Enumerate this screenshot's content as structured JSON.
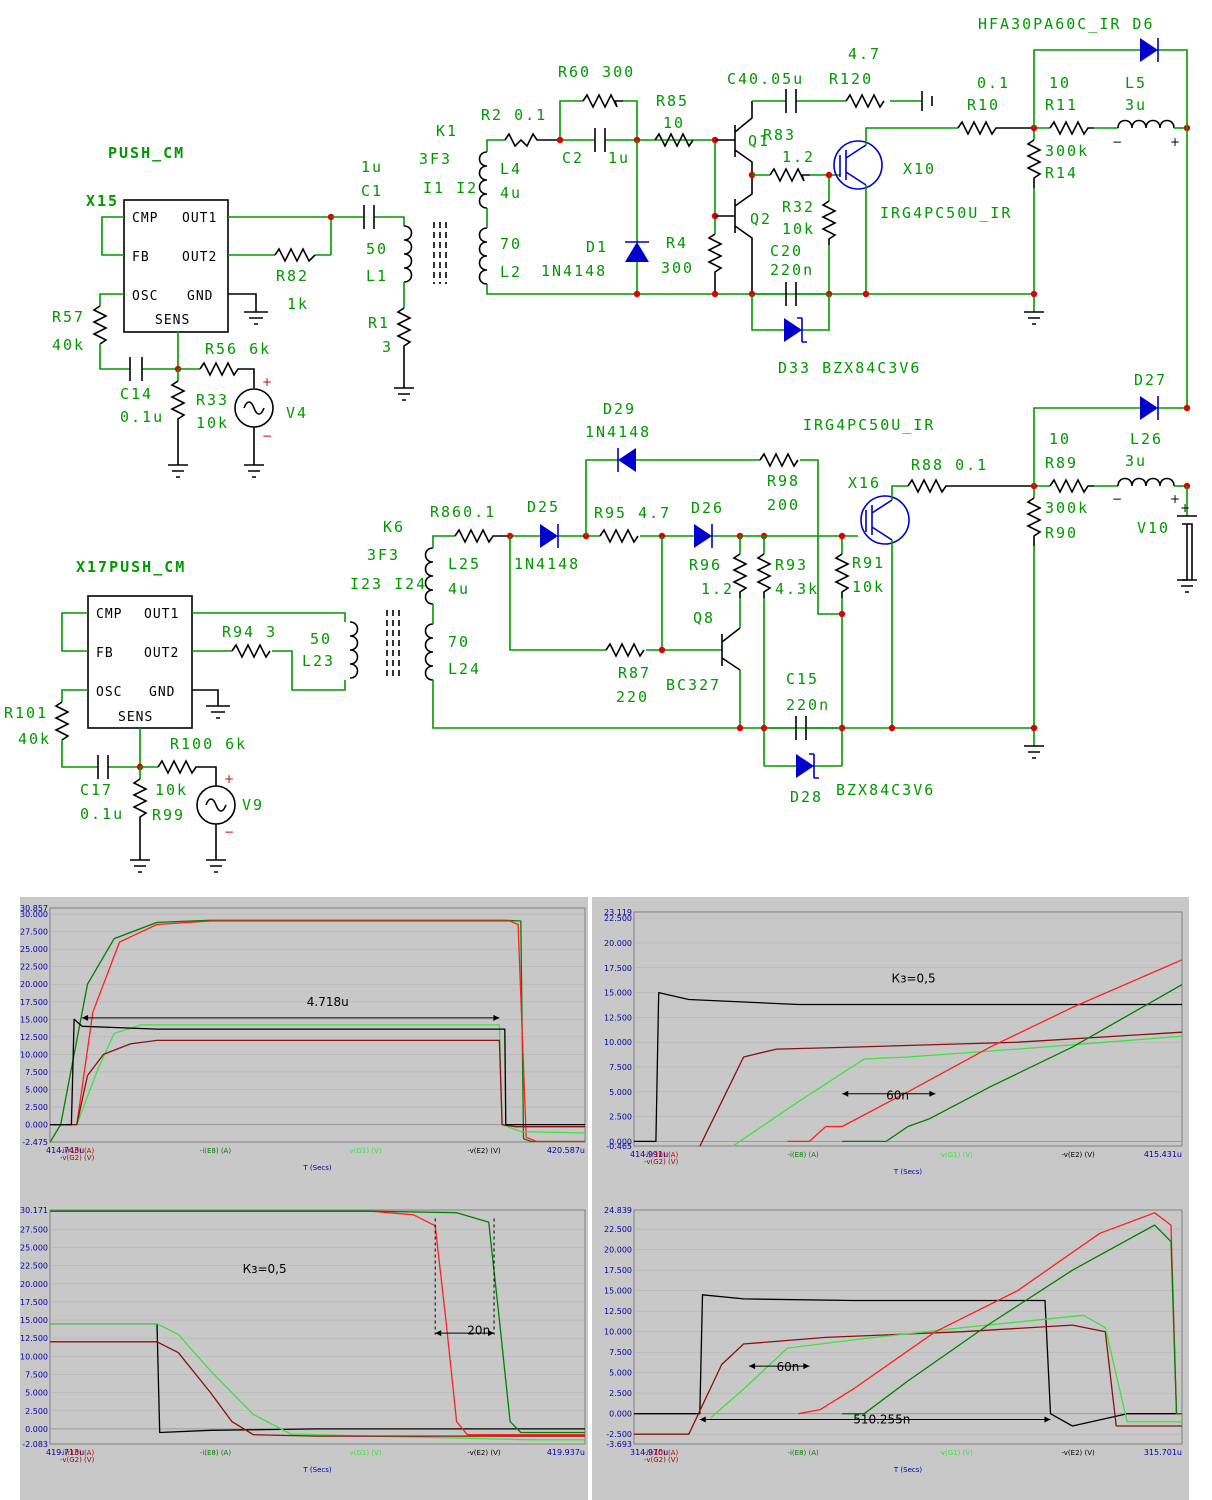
{
  "schematic": {
    "ic_top": {
      "name": "X15",
      "title": "PUSH_CM",
      "pins": [
        "CMP",
        "OUT1",
        "FB",
        "OUT2",
        "OSC",
        "GND",
        "SENS"
      ]
    },
    "ic_bottom": {
      "name": "X17",
      "title": "PUSH_CM",
      "pins": [
        "CMP",
        "OUT1",
        "FB",
        "OUT2",
        "OSC",
        "GND",
        "SENS"
      ]
    },
    "labels_top": {
      "r82": "R82",
      "r82v": "1k",
      "c1v": "1u",
      "c1": "C1",
      "l1v": "50",
      "l1": "L1",
      "r1": "R1",
      "r1v": "3",
      "r57": "R57",
      "r57v": "40k",
      "c14": "C14",
      "c14v": "0.1u",
      "r56": "R56 6k",
      "r33": "R33",
      "r33v": "10k",
      "v4": "V4",
      "k1": "K1",
      "k1m": "3F3",
      "k1p": "I1 I2",
      "r2": "R2  0.1",
      "l4": "L4",
      "l4v": "4u",
      "l2v": "70",
      "l2": "L2",
      "r60": "R60 300",
      "c2": "C2",
      "c2v": "1u",
      "r85": "R85",
      "r85v": "10",
      "d1": "D1",
      "d1m": "1N4148",
      "r4": "R4",
      "r4v": "300",
      "c4": "C40.05u",
      "r12v": "4.7",
      "r12": "R120",
      "q1": "Q1",
      "r83": "R83",
      "r83v": "1.2",
      "q2": "Q2",
      "r32": "R32",
      "r32v": "10k",
      "c20": "C20",
      "c20v": "220n",
      "d33": "D33 BZX84C3V6",
      "x10": "X10",
      "x10m": "IRG4PC50U_IR",
      "r10v": "0.1",
      "r10": "R10",
      "r11v": "10",
      "r11": "R11",
      "l5": "L5",
      "l5v": "3u",
      "r14v": "300k",
      "r14": "R14",
      "d6": "HFA30PA60C_IR D6"
    },
    "labels_bottom": {
      "r94": "R94 3",
      "l23v": "50",
      "l23": "L23",
      "r101": "R101",
      "r101v": "40k",
      "c17": "C17",
      "c17v": "0.1u",
      "r100": "R100 6k",
      "r99v": "10k",
      "r99": "R99",
      "v9": "V9",
      "k6": "K6",
      "k6m": "3F3",
      "k6p": "I23 I24",
      "r86": "R860.1",
      "l25": "L25",
      "l25v": "4u",
      "l24v": "70",
      "l24": "L24",
      "d29": "D29",
      "d29m": "1N4148",
      "d25": "D25",
      "d25m": "1N4148",
      "r95": "R95 4.7",
      "d26": "D26",
      "r98": "R98",
      "r98v": "200",
      "r96": "R96",
      "r96v": "1.2",
      "q8": "Q8",
      "q8m": "BC327",
      "r93": "R93",
      "r93v": "4.3k",
      "r91": "R91",
      "r91v": "10k",
      "r87": "R87",
      "r87v": "220",
      "c15": "C15",
      "c15v": "220n",
      "d28": "D28",
      "d28m": "BZX84C3V6",
      "x16": "X16",
      "x16m": "IRG4PC50U_IR",
      "r88": "R88 0.1",
      "r89v": "10",
      "r89": "R89",
      "r90v": "300k",
      "r90": "R90",
      "d27": "D27",
      "l26": "L26",
      "l26v": "3u",
      "v10": "V10"
    }
  },
  "chart_data": [
    {
      "type": "line",
      "yticks": [
        "30.857",
        "30.000",
        "27.500",
        "25.000",
        "22.500",
        "20.000",
        "17.500",
        "15.000",
        "12.500",
        "10.000",
        "7.500",
        "5.000",
        "2.500",
        "0.000",
        "-2.475"
      ],
      "ylim": [
        -2.475,
        30.857
      ],
      "xlim": [
        "414.743u",
        "420.587u"
      ],
      "xlabel": "T (Secs)",
      "legend": [
        "-i(r10) (A)",
        "-v(G2) (V)",
        "-i(E8) (A)",
        "v(G1) (V)",
        "-v(E2) (V)"
      ],
      "annotations": [
        "4.718u"
      ],
      "series": [
        {
          "color": "#008000",
          "points": [
            [
              0,
              -2.5
            ],
            [
              0.02,
              0
            ],
            [
              0.07,
              20
            ],
            [
              0.12,
              26.5
            ],
            [
              0.2,
              28.8
            ],
            [
              0.3,
              29.1
            ],
            [
              0.85,
              29.1
            ],
            [
              0.88,
              29
            ],
            [
              0.885,
              -2
            ],
            [
              0.9,
              -2.4
            ],
            [
              1,
              -2.4
            ]
          ]
        },
        {
          "color": "#ff2020",
          "points": [
            [
              0,
              0
            ],
            [
              0.05,
              0
            ],
            [
              0.08,
              16
            ],
            [
              0.13,
              26
            ],
            [
              0.2,
              28.5
            ],
            [
              0.3,
              29
            ],
            [
              0.86,
              29
            ],
            [
              0.875,
              28.5
            ],
            [
              0.89,
              -1.8
            ],
            [
              0.91,
              -2.4
            ],
            [
              1,
              -2.4
            ]
          ]
        },
        {
          "color": "#40e040",
          "points": [
            [
              0,
              0
            ],
            [
              0.05,
              0
            ],
            [
              0.09,
              8
            ],
            [
              0.12,
              13
            ],
            [
              0.17,
              14.2
            ],
            [
              0.3,
              14.2
            ],
            [
              0.84,
              14.2
            ],
            [
              0.845,
              0
            ],
            [
              0.88,
              -1
            ],
            [
              1,
              -1.2
            ]
          ]
        },
        {
          "color": "#8b1010",
          "points": [
            [
              0,
              0
            ],
            [
              0.05,
              0
            ],
            [
              0.07,
              7
            ],
            [
              0.1,
              10
            ],
            [
              0.15,
              11.5
            ],
            [
              0.2,
              12
            ],
            [
              0.84,
              12
            ],
            [
              0.845,
              0
            ],
            [
              0.87,
              -0.3
            ],
            [
              1,
              -0.3
            ]
          ]
        },
        {
          "color": "#000000",
          "points": [
            [
              0,
              0
            ],
            [
              0.04,
              0
            ],
            [
              0.045,
              15
            ],
            [
              0.06,
              14
            ],
            [
              0.2,
              13.6
            ],
            [
              0.85,
              13.6
            ],
            [
              0.852,
              0
            ],
            [
              0.88,
              0
            ],
            [
              1,
              0
            ]
          ]
        }
      ]
    },
    {
      "type": "line",
      "yticks": [
        "23.119",
        "22.500",
        "20.000",
        "17.500",
        "15.000",
        "12.500",
        "10.000",
        "7.500",
        "5.000",
        "2.500",
        "0.000",
        "-0.465"
      ],
      "ylim": [
        -0.465,
        23.119
      ],
      "xlim": [
        "414.991u",
        "415.431u"
      ],
      "xlabel": "T (Secs)",
      "legend": [
        "-i(r10) (A)",
        "-v(G2) (V)",
        "-i(E8) (A)",
        "v(G1) (V)",
        "-v(E2) (V)"
      ],
      "annotations": [
        "Кз=0,5",
        "60n"
      ],
      "series": [
        {
          "color": "#000000",
          "points": [
            [
              0,
              0
            ],
            [
              0.04,
              0
            ],
            [
              0.045,
              15
            ],
            [
              0.1,
              14.3
            ],
            [
              0.3,
              13.8
            ],
            [
              1,
              13.8
            ]
          ]
        },
        {
          "color": "#8b1010",
          "points": [
            [
              0.12,
              -0.5
            ],
            [
              0.16,
              4
            ],
            [
              0.2,
              8.5
            ],
            [
              0.26,
              9.3
            ],
            [
              0.4,
              9.5
            ],
            [
              0.7,
              10
            ],
            [
              1,
              11
            ]
          ]
        },
        {
          "color": "#40e040",
          "points": [
            [
              0.18,
              -0.5
            ],
            [
              0.3,
              4
            ],
            [
              0.42,
              8.3
            ],
            [
              0.5,
              8.5
            ],
            [
              0.7,
              9.3
            ],
            [
              1,
              10.6
            ]
          ]
        },
        {
          "color": "#ff2020",
          "points": [
            [
              0.28,
              0
            ],
            [
              0.32,
              0
            ],
            [
              0.35,
              1.5
            ],
            [
              0.38,
              1.5
            ],
            [
              0.5,
              5
            ],
            [
              0.65,
              9.5
            ],
            [
              0.8,
              13.5
            ],
            [
              1,
              18.3
            ]
          ]
        },
        {
          "color": "#008000",
          "points": [
            [
              0.38,
              0
            ],
            [
              0.46,
              0
            ],
            [
              0.5,
              1.5
            ],
            [
              0.54,
              2.3
            ],
            [
              0.65,
              5.5
            ],
            [
              0.8,
              9.5
            ],
            [
              1,
              15.8
            ]
          ]
        }
      ]
    },
    {
      "type": "line",
      "yticks": [
        "30.171",
        "27.500",
        "25.000",
        "22.500",
        "20.000",
        "17.500",
        "15.000",
        "12.500",
        "10.000",
        "7.500",
        "5.000",
        "2.500",
        "0.000",
        "-2.083"
      ],
      "ylim": [
        -2.083,
        30.171
      ],
      "xlim": [
        "419.713u",
        "419.937u"
      ],
      "xlabel": "T (Secs)",
      "legend": [
        "-i(r10) (A)",
        "-v(G2) (V)",
        "-i(E8) (A)",
        "v(G1) (V)",
        "-v(E2) (V)"
      ],
      "annotations": [
        "Кз=0,5",
        "20n"
      ],
      "series": [
        {
          "color": "#000000",
          "points": [
            [
              0,
              14.5
            ],
            [
              0.2,
              14.5
            ],
            [
              0.205,
              -0.5
            ],
            [
              0.3,
              -0.2
            ],
            [
              0.5,
              0
            ],
            [
              1,
              0
            ]
          ]
        },
        {
          "color": "#40e040",
          "points": [
            [
              0,
              14.5
            ],
            [
              0.2,
              14.5
            ],
            [
              0.24,
              13
            ],
            [
              0.3,
              8
            ],
            [
              0.38,
              2
            ],
            [
              0.45,
              -0.7
            ],
            [
              0.6,
              -1
            ],
            [
              0.9,
              -1.5
            ],
            [
              1,
              -1.5
            ]
          ]
        },
        {
          "color": "#8b1010",
          "points": [
            [
              0,
              12
            ],
            [
              0.2,
              12
            ],
            [
              0.24,
              10.5
            ],
            [
              0.3,
              5
            ],
            [
              0.34,
              1
            ],
            [
              0.38,
              -0.8
            ],
            [
              0.5,
              -1
            ],
            [
              1,
              -1
            ]
          ]
        },
        {
          "color": "#ff2020",
          "points": [
            [
              0,
              30
            ],
            [
              0.6,
              30
            ],
            [
              0.68,
              29.5
            ],
            [
              0.72,
              28
            ],
            [
              0.74,
              15
            ],
            [
              0.76,
              1
            ],
            [
              0.78,
              -0.8
            ],
            [
              1,
              -0.8
            ]
          ]
        },
        {
          "color": "#008000",
          "points": [
            [
              0,
              30
            ],
            [
              0.6,
              30
            ],
            [
              0.76,
              29.8
            ],
            [
              0.82,
              28.5
            ],
            [
              0.84,
              15
            ],
            [
              0.86,
              1
            ],
            [
              0.88,
              -0.5
            ],
            [
              1,
              -0.5
            ]
          ]
        }
      ]
    },
    {
      "type": "line",
      "yticks": [
        "24.839",
        "22.500",
        "20.000",
        "17.500",
        "15.000",
        "12.500",
        "10.000",
        "7.500",
        "5.000",
        "2.500",
        "0.000",
        "-2.500",
        "-3.693"
      ],
      "ylim": [
        -3.693,
        24.839
      ],
      "xlim": [
        "314.970u",
        "315.701u"
      ],
      "xlabel": "T (Secs)",
      "legend": [
        "-i(r10) (A)",
        "-v(G2) (V)",
        "-i(E8) (A)",
        "v(G1) (V)",
        "-v(E2) (V)"
      ],
      "annotations": [
        "60n",
        "510.255n"
      ],
      "series": [
        {
          "color": "#000000",
          "points": [
            [
              0,
              0
            ],
            [
              0.12,
              0
            ],
            [
              0.125,
              14.5
            ],
            [
              0.2,
              14
            ],
            [
              0.4,
              13.8
            ],
            [
              0.75,
              13.8
            ],
            [
              0.76,
              0
            ],
            [
              0.8,
              -1.5
            ],
            [
              0.9,
              0
            ],
            [
              1,
              0
            ]
          ]
        },
        {
          "color": "#8b1010",
          "points": [
            [
              0,
              -2.5
            ],
            [
              0.1,
              -2.5
            ],
            [
              0.16,
              6
            ],
            [
              0.2,
              8.5
            ],
            [
              0.35,
              9.3
            ],
            [
              0.6,
              10
            ],
            [
              0.8,
              10.8
            ],
            [
              0.86,
              10
            ],
            [
              0.88,
              -1.5
            ],
            [
              1,
              -1.5
            ]
          ]
        },
        {
          "color": "#40e040",
          "points": [
            [
              0.14,
              -0.5
            ],
            [
              0.2,
              3
            ],
            [
              0.28,
              8
            ],
            [
              0.4,
              9
            ],
            [
              0.6,
              10.5
            ],
            [
              0.82,
              12
            ],
            [
              0.86,
              10.5
            ],
            [
              0.9,
              -1
            ],
            [
              1,
              -1
            ]
          ]
        },
        {
          "color": "#ff2020",
          "points": [
            [
              0.3,
              0
            ],
            [
              0.34,
              0.5
            ],
            [
              0.4,
              3
            ],
            [
              0.55,
              10
            ],
            [
              0.7,
              15
            ],
            [
              0.85,
              22
            ],
            [
              0.95,
              24.5
            ],
            [
              0.98,
              23
            ],
            [
              0.99,
              0
            ],
            [
              1,
              0
            ]
          ]
        },
        {
          "color": "#008000",
          "points": [
            [
              0.38,
              0
            ],
            [
              0.42,
              0
            ],
            [
              0.5,
              4
            ],
            [
              0.65,
              11
            ],
            [
              0.8,
              17.5
            ],
            [
              0.95,
              23
            ],
            [
              0.98,
              21
            ],
            [
              0.99,
              0
            ],
            [
              1,
              0
            ]
          ]
        }
      ]
    }
  ]
}
